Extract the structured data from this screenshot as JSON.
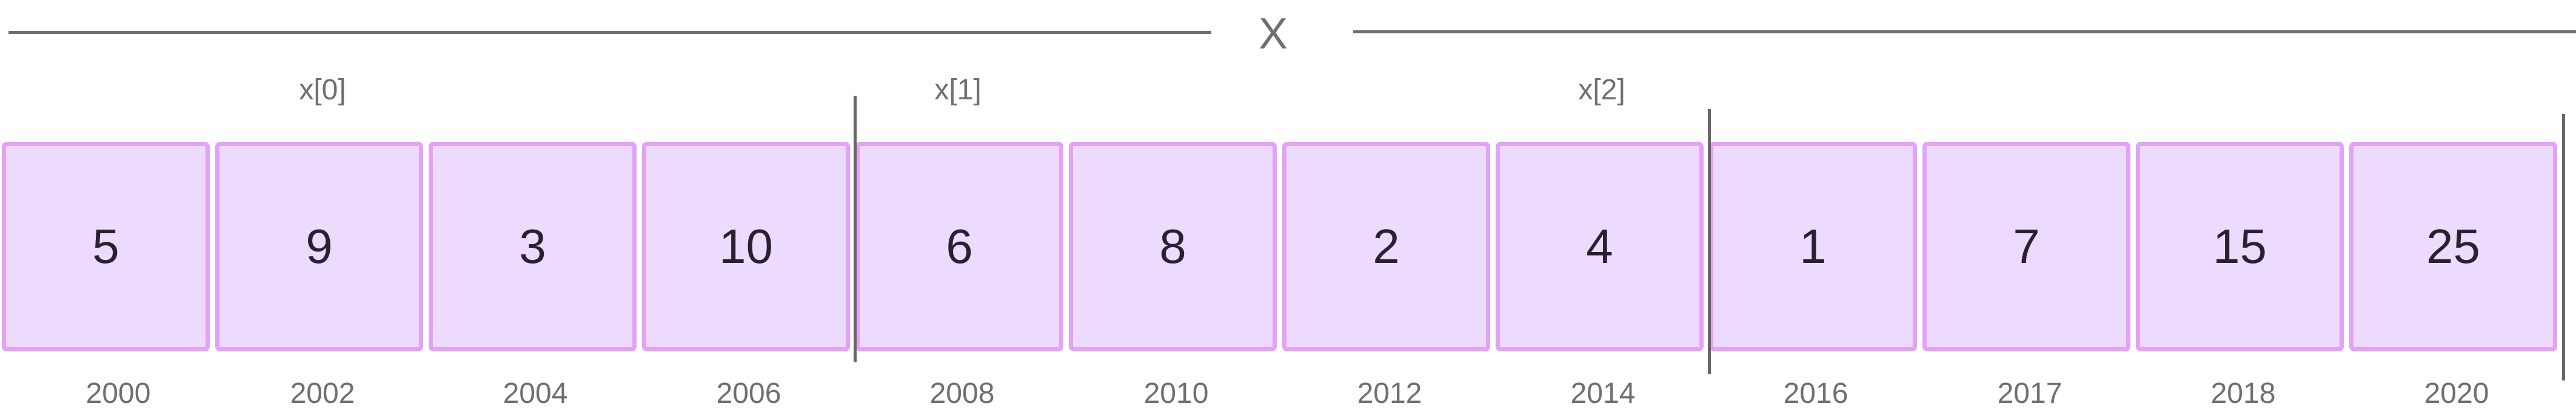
{
  "title": "X",
  "groups": [
    "x[0]",
    "x[1]",
    "x[2]"
  ],
  "values": [
    "5",
    "9",
    "3",
    "10",
    "6",
    "8",
    "2",
    "4",
    "1",
    "7",
    "15",
    "25"
  ],
  "years": [
    "2000",
    "2002",
    "2004",
    "2006",
    "2008",
    "2010",
    "2012",
    "2014",
    "2016",
    "2017",
    "2018",
    "2020"
  ],
  "colors": {
    "cell_fill": "#ecdbff",
    "cell_border": "#e3a1f7",
    "line": "#6f6f6f",
    "text": "#2a2130"
  }
}
